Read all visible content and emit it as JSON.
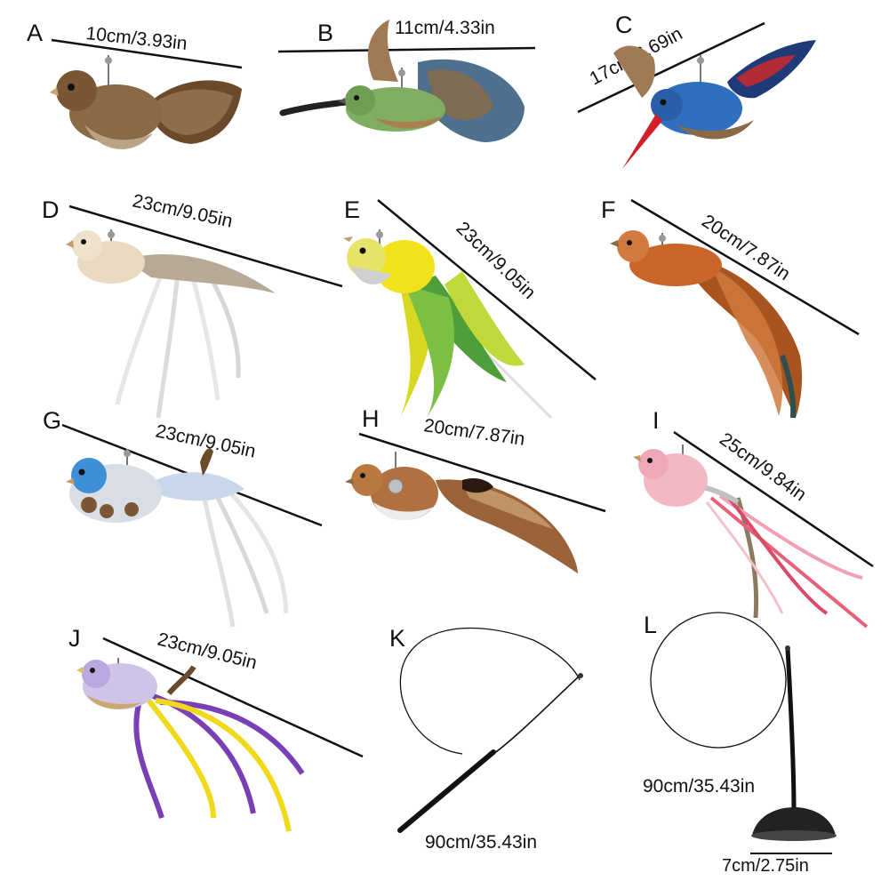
{
  "items": [
    {
      "id": "A",
      "letter": "A",
      "size": "10cm/3.93in",
      "colors": {
        "body": "#8a6a45",
        "head": "#7a5634",
        "tail": "#6b4a2c"
      }
    },
    {
      "id": "B",
      "letter": "B",
      "size": "11cm/4.33in",
      "colors": {
        "body": "#7fae62",
        "head": "#6f9e52",
        "tail": "#4f6f8f"
      }
    },
    {
      "id": "C",
      "letter": "C",
      "size": "17cm/6.69in",
      "colors": {
        "body": "#2f6fbd",
        "head": "#2a5ea8",
        "tail": "#1f3a78",
        "beak": "#d0202a"
      }
    },
    {
      "id": "D",
      "letter": "D",
      "size": "23cm/9.05in",
      "colors": {
        "body": "#e8d9c0",
        "head": "#efe2cc",
        "tail": "#e6e6e6"
      }
    },
    {
      "id": "E",
      "letter": "E",
      "size": "23cm/9.05in",
      "colors": {
        "body": "#f2e21c",
        "head": "#e6e36a",
        "tail": "#7cc043"
      }
    },
    {
      "id": "F",
      "letter": "F",
      "size": "20cm/7.87in",
      "colors": {
        "body": "#c9652a",
        "head": "#d07a40",
        "tail": "#a8541f"
      }
    },
    {
      "id": "G",
      "letter": "G",
      "size": "23cm/9.05in",
      "colors": {
        "body": "#d8dde6",
        "head": "#3f8fd6",
        "tail": "#c8d8ea"
      }
    },
    {
      "id": "H",
      "letter": "H",
      "size": "20cm/7.87in",
      "colors": {
        "body": "#b07040",
        "head": "#b8783f",
        "tail": "#9a6238"
      }
    },
    {
      "id": "I",
      "letter": "I",
      "size": "25cm/9.84in",
      "colors": {
        "body": "#f2b8c4",
        "head": "#f0a8b8",
        "tail": "#e8607a"
      }
    },
    {
      "id": "J",
      "letter": "J",
      "size": "23cm/9.05in",
      "colors": {
        "body": "#cfc3e8",
        "head": "#b9a8e0",
        "tail": "#7b3fb5",
        "tail2": "#f0d81a"
      }
    },
    {
      "id": "K",
      "letter": "K",
      "size": "90cm/35.43in"
    },
    {
      "id": "L",
      "letter": "L",
      "size": "90cm/35.43in",
      "base_size": "7cm/2.75in"
    }
  ]
}
